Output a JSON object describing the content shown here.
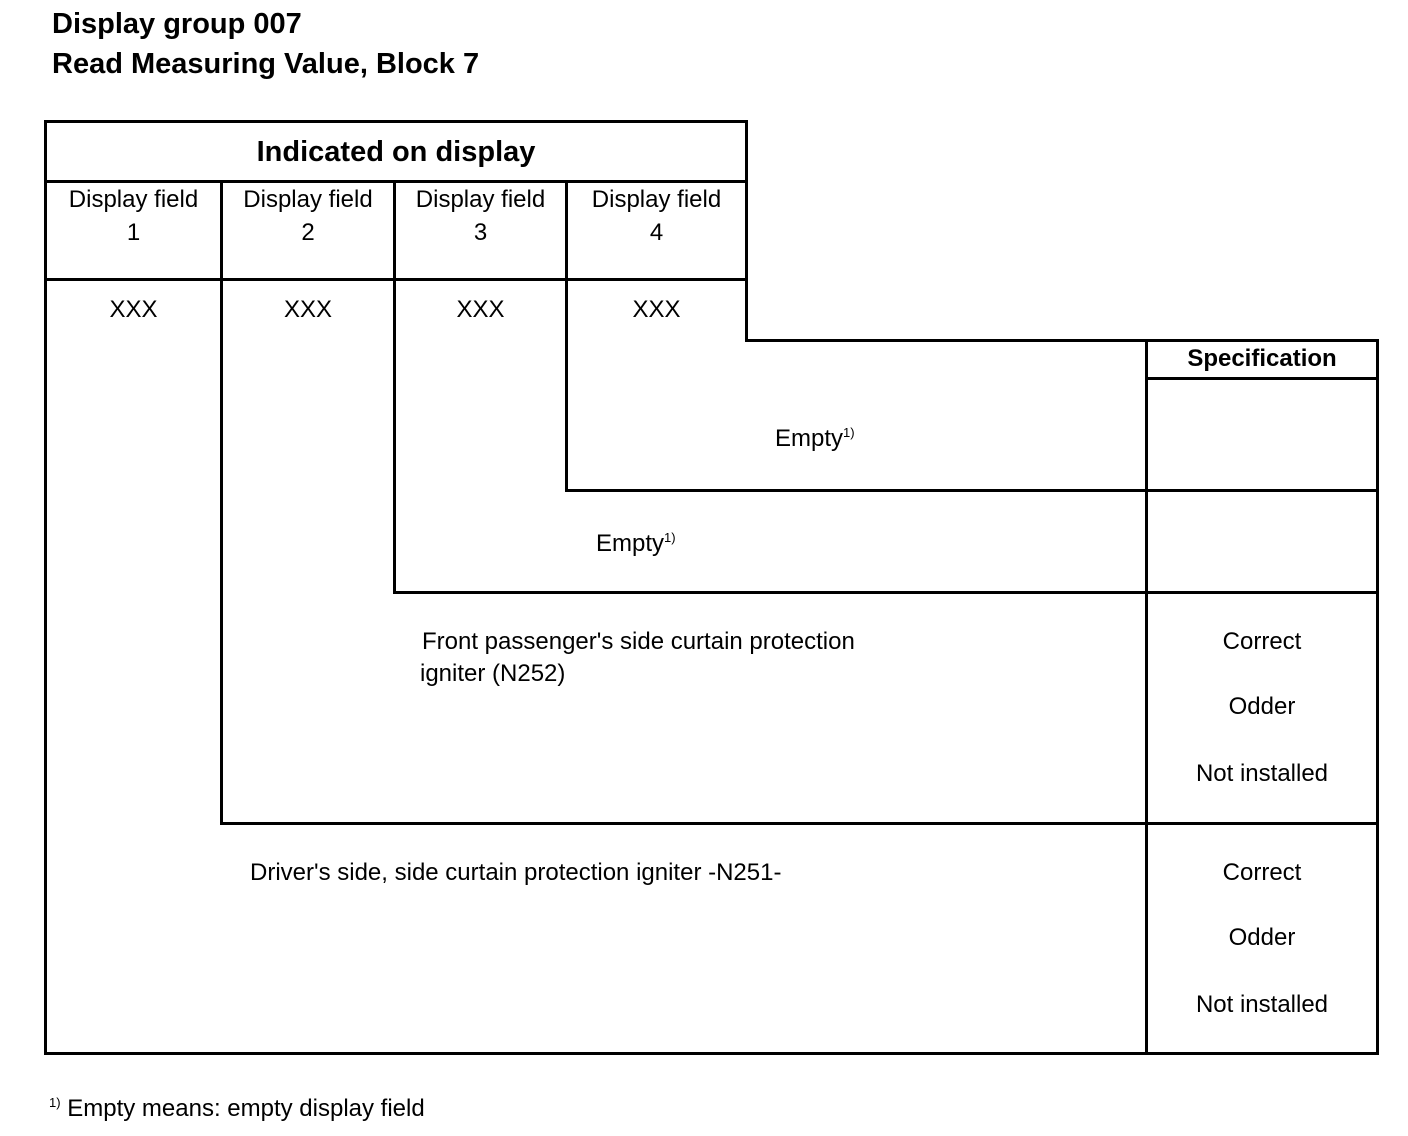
{
  "header": {
    "title_line1": "Display group 007",
    "title_line2": "Read Measuring Value, Block 7"
  },
  "table": {
    "indicated_header": "Indicated on display",
    "specification_header": "Specification",
    "display_fields": [
      {
        "label": "Display field",
        "number": "1",
        "value": "XXX"
      },
      {
        "label": "Display field",
        "number": "2",
        "value": "XXX"
      },
      {
        "label": "Display field",
        "number": "3",
        "value": "XXX"
      },
      {
        "label": "Display field",
        "number": "4",
        "value": "XXX"
      }
    ],
    "rows": [
      {
        "field": "4",
        "text": "Empty",
        "footnote_mark": "1)",
        "specification": []
      },
      {
        "field": "3",
        "text": "Empty",
        "footnote_mark": "1)",
        "specification": []
      },
      {
        "field": "2",
        "text_line1": "Front passenger's side curtain protection",
        "text_line2": "igniter (N252)",
        "specification": [
          "Correct",
          "Odder",
          "Not installed"
        ]
      },
      {
        "field": "1",
        "text": "Driver's side, side curtain protection igniter -N251-",
        "specification": [
          "Correct",
          "Odder",
          "Not installed"
        ]
      }
    ]
  },
  "footnote": {
    "mark": "1)",
    "text": " Empty means: empty display field"
  }
}
